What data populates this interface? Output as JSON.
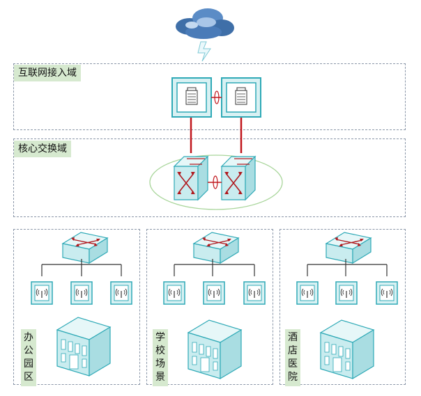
{
  "zones": {
    "internet": {
      "label": "互联网接入域"
    },
    "core": {
      "label": "核心交换域"
    },
    "sites": [
      {
        "label": "办公园区",
        "chars": [
          "办",
          "公",
          "园",
          "区"
        ]
      },
      {
        "label": "学校场景",
        "chars": [
          "学",
          "校",
          "场",
          "景"
        ]
      },
      {
        "label": "酒店医院",
        "chars": [
          "酒",
          "店",
          "医",
          "院"
        ]
      }
    ]
  },
  "colors": {
    "device_face": "#c9ecef",
    "device_border": "#2ea9b6",
    "link_red": "#c0161c",
    "zone_dash": "#8a96a8",
    "tag_bg": "#d6e9cf",
    "core_ellipse": "#a8d59a"
  },
  "icons": [
    "cloud-icon",
    "lightning-icon",
    "firewall-icon",
    "core-switch-icon",
    "access-switch-icon",
    "wireless-ap-icon",
    "building-icon"
  ]
}
